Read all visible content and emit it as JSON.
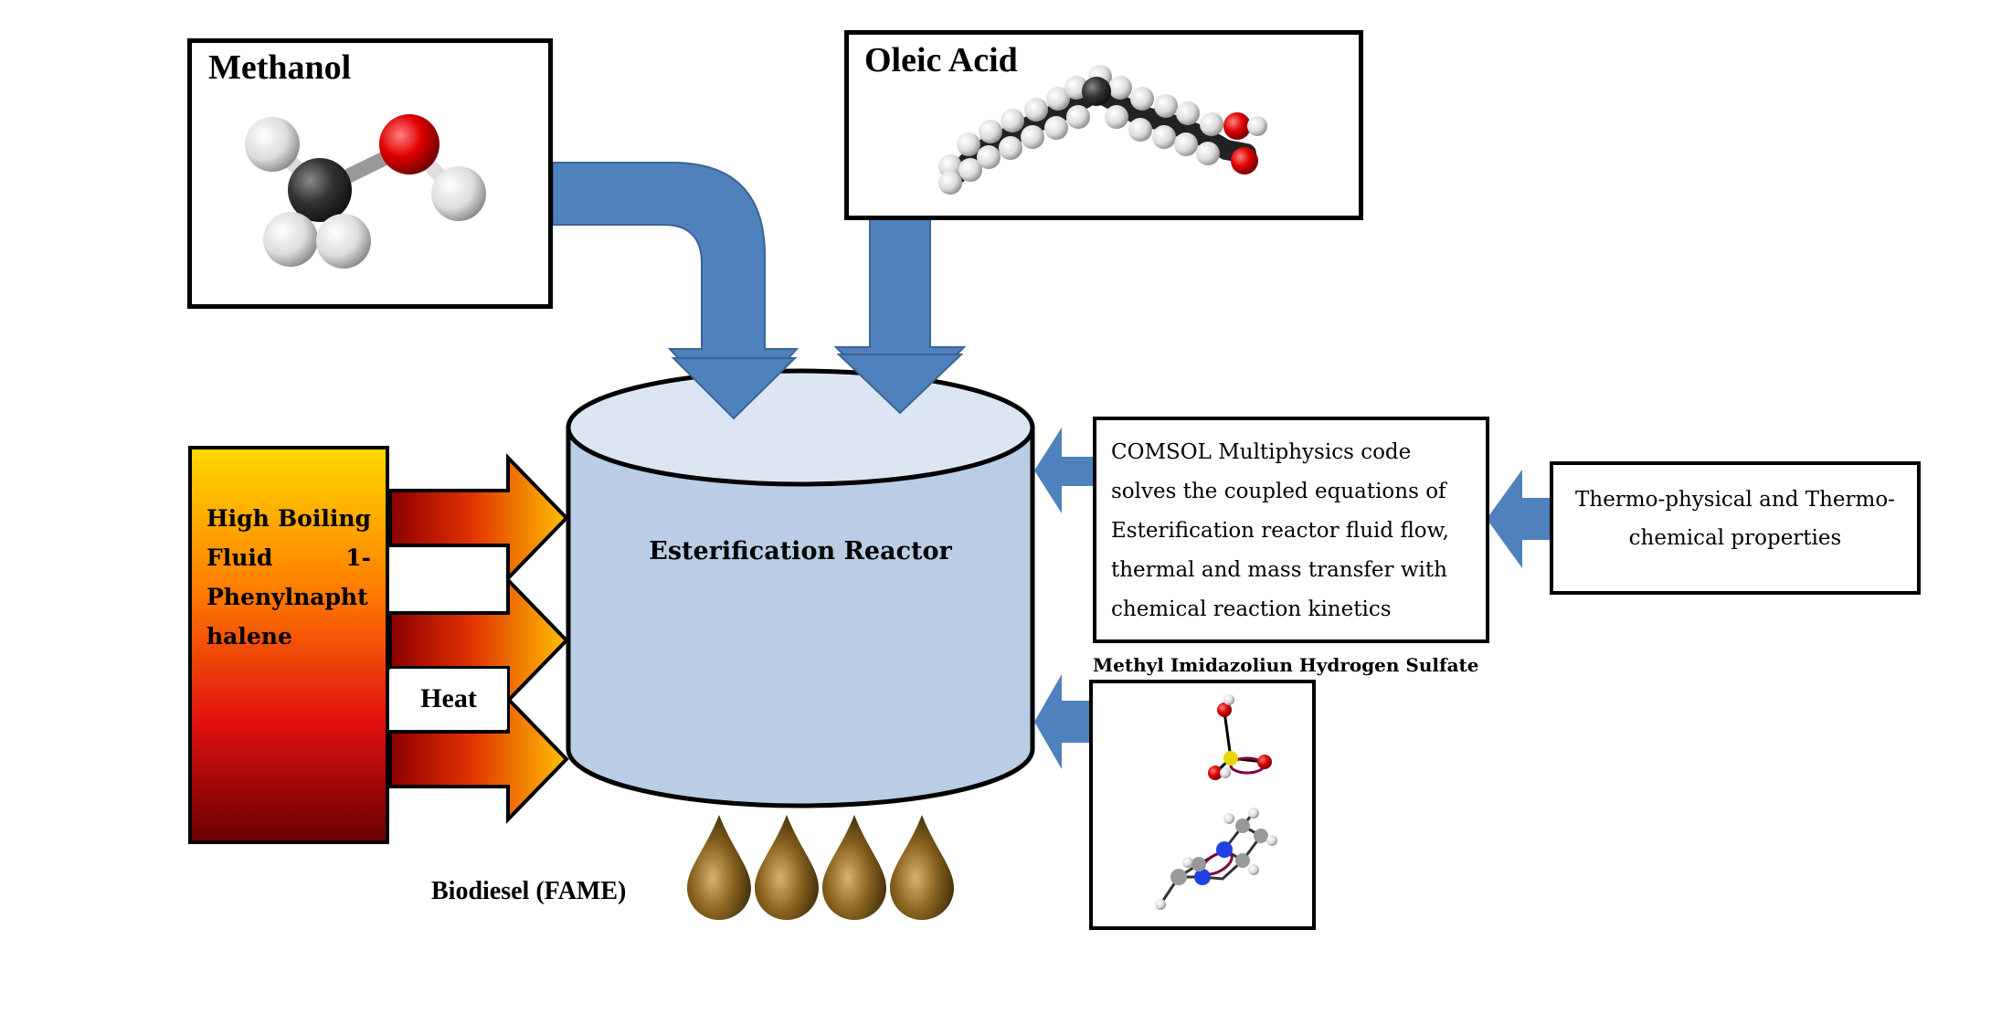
{
  "colors": {
    "reactant_fill": "#ffff00",
    "arrow_blue": "#4f81bd",
    "reactor_top": "#dce6f2",
    "reactor_body": "#b9cde5",
    "flame_red": "#cc0000",
    "flame_orange": "#ffc000",
    "droplet_brown": "#7a5a1e"
  },
  "methanol": {
    "label": "Methanol",
    "icon": "methanol-molecule-icon"
  },
  "oleic_acid": {
    "label": "Oleic Acid",
    "icon": "oleic-acid-molecule-icon"
  },
  "reactor": {
    "label": "Esterification Reactor"
  },
  "heating_fluid": {
    "lines": [
      "High Boiling",
      "Fluid 1-",
      "Phenylnapht",
      "halene"
    ],
    "icon": "phenylnaphthalene-structure-icon"
  },
  "heat": {
    "label": "Heat"
  },
  "comsol": {
    "lines": [
      "COMSOL Multiphysics code",
      "solves the coupled equations of",
      "Esterification reactor fluid flow,",
      "thermal and mass transfer with",
      "chemical reaction kinetics"
    ]
  },
  "properties": {
    "lines": [
      "Thermo-physical and Thermo-",
      "chemical properties"
    ]
  },
  "catalyst": {
    "label": "Methyl Imidazoliun Hydrogen Sulfate",
    "icon": "catalyst-molecule-icon"
  },
  "product": {
    "label": "Biodiesel (FAME)",
    "icon": "biodiesel-droplet-icon"
  }
}
